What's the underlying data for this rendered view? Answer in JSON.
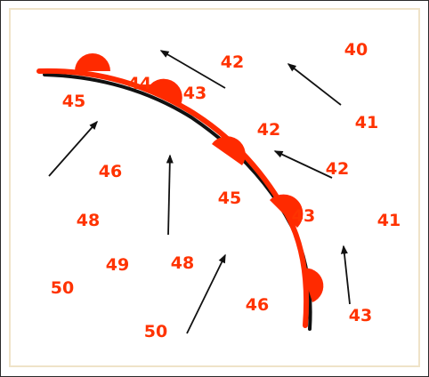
{
  "colors": {
    "front_fill": "#ff2a00",
    "front_line": "#111111",
    "number": "#ff3300",
    "arrow": "#111111",
    "border": "#2a2a2a",
    "inner_border": "#efe3c8"
  },
  "labels": {
    "v1": "42",
    "v2": "40",
    "v3": "45",
    "v4": "44",
    "v5": "43",
    "v6": "42",
    "v7": "41",
    "v8": "46",
    "v9": "42",
    "v10": "45",
    "v11": "43",
    "v12": "48",
    "v13": "41",
    "v14": "49",
    "v15": "48",
    "v16": "50",
    "v17": "46",
    "v18": "43",
    "v19": "50"
  }
}
